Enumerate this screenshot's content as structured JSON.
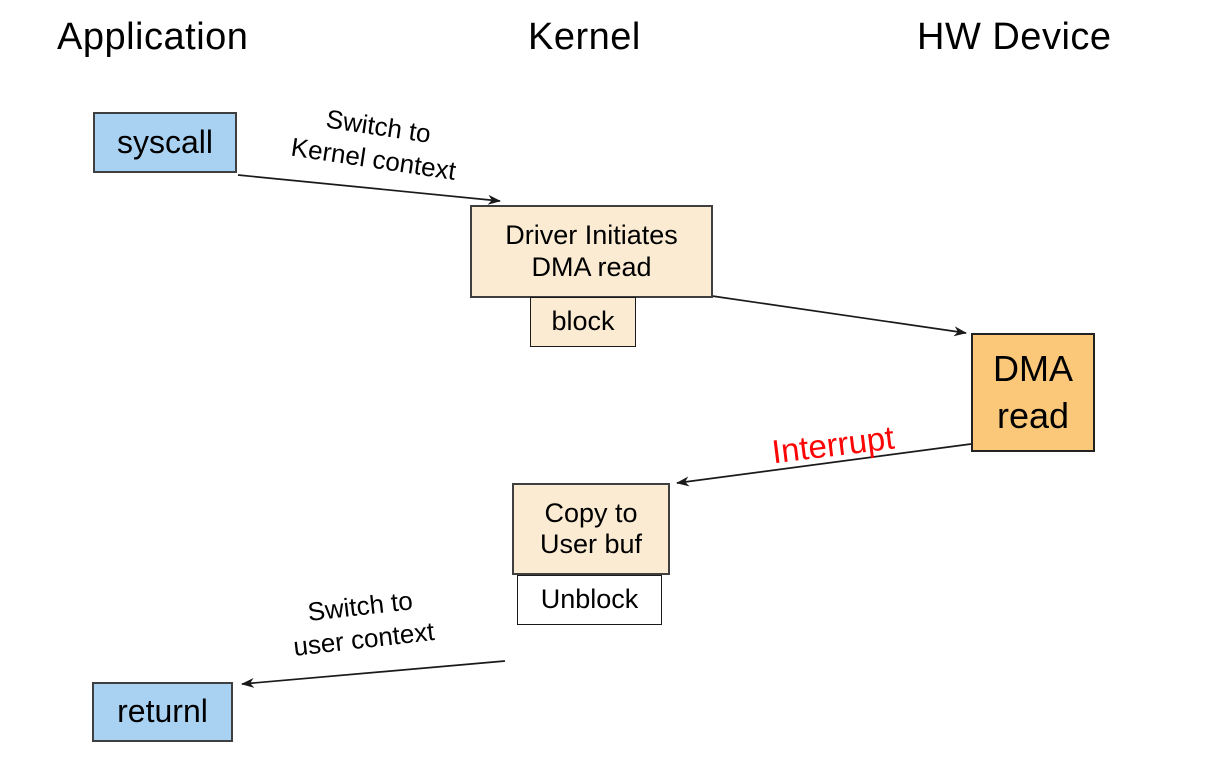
{
  "columns": {
    "application": "Application",
    "kernel": "Kernel",
    "hw_device": "HW Device"
  },
  "nodes": {
    "syscall": "syscall",
    "driver_line1": "Driver Initiates",
    "driver_line2": "DMA read",
    "block": "block",
    "dma_line1": "DMA",
    "dma_line2": "read",
    "copy_line1": "Copy to",
    "copy_line2": "User buf",
    "unblock": "Unblock",
    "return": "returnl"
  },
  "edge_labels": {
    "to_kernel_line1": "Switch to",
    "to_kernel_line2": "Kernel context",
    "interrupt": "Interrupt",
    "to_user_line1": "Switch to",
    "to_user_line2": "user context"
  },
  "colors": {
    "app_node_fill": "#A9D2F2",
    "kernel_node_fill": "#FAEBD2",
    "hw_node_fill": "#FAC878",
    "plain_node_fill": "#FFFFFF",
    "interrupt_label": "#FB0505",
    "border": "#3F3F3F",
    "arrow": "#1A1A1A",
    "text": "#000000"
  }
}
